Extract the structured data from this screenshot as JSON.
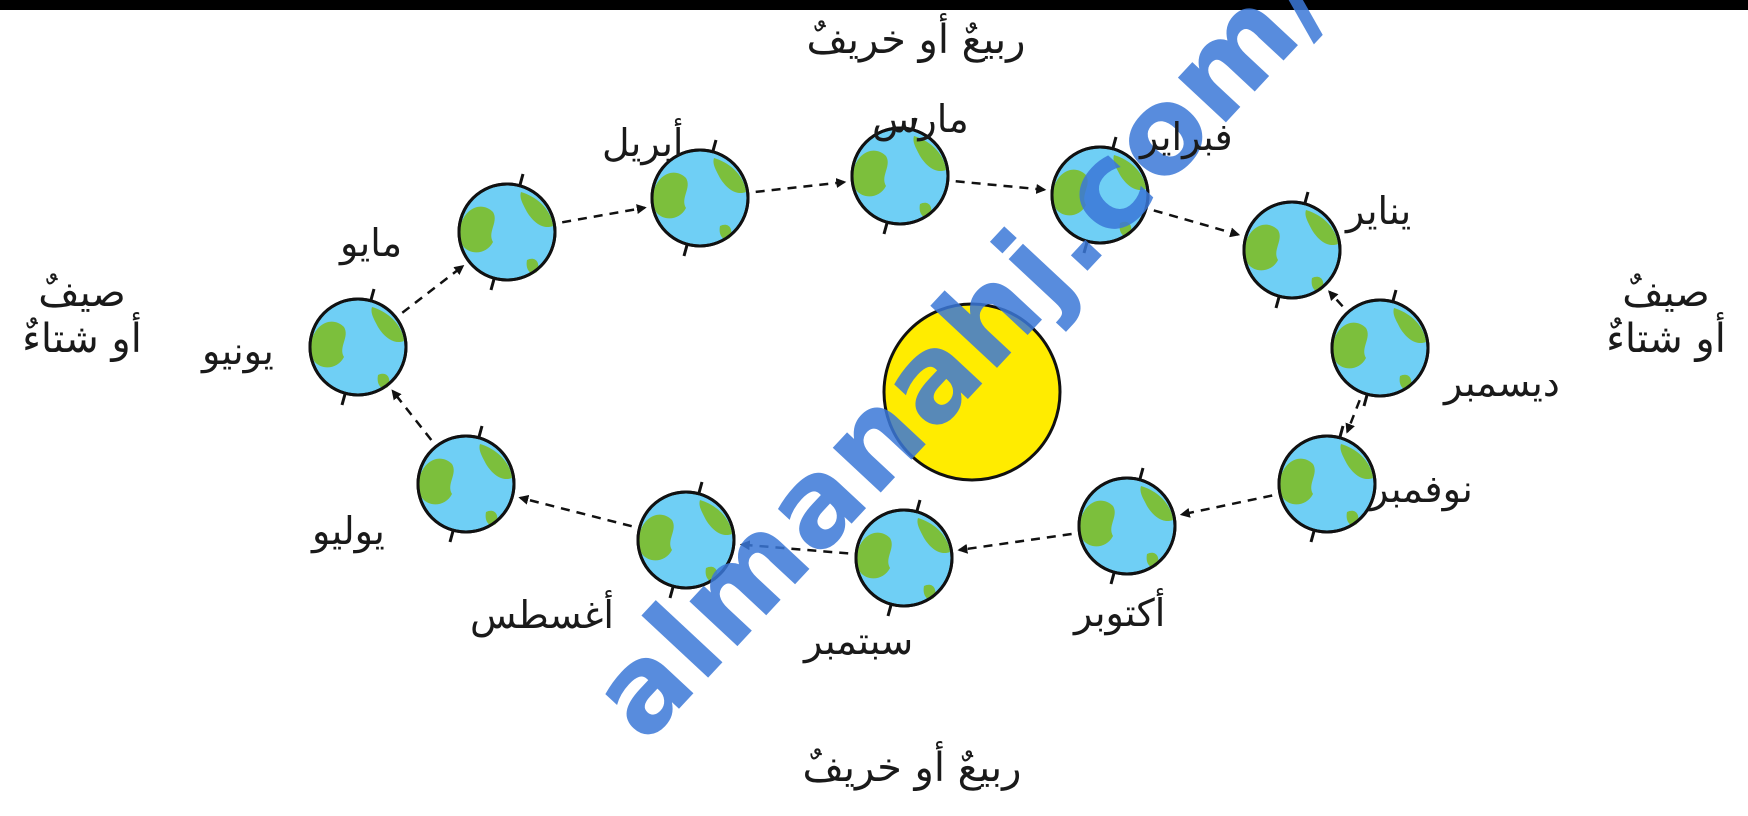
{
  "watermark": {
    "text": "almanahj.com/om",
    "color": "#3b78d8"
  },
  "colors": {
    "ocean": "#6fcff5",
    "land": "#7cbf3c",
    "sun": "#ffec00",
    "outline": "#111111",
    "arrow": "#111111"
  },
  "seasons": {
    "top": "ربيعٌ أو خريفٌ",
    "bottom": "ربيعٌ أو خريفٌ",
    "left": [
      "صيفٌ",
      "أو شتاءٌ"
    ],
    "right": [
      "صيفٌ",
      "أو شتاءٌ"
    ]
  },
  "months": [
    {
      "name": "يناير"
    },
    {
      "name": "فبراير"
    },
    {
      "name": "مارس"
    },
    {
      "name": "أبريل"
    },
    {
      "name": "مايو"
    },
    {
      "name": "يونيو"
    },
    {
      "name": "يوليو"
    },
    {
      "name": "أغسطس"
    },
    {
      "name": "سبتمبر"
    },
    {
      "name": "أكتوبر"
    },
    {
      "name": "نوفمبر"
    },
    {
      "name": "ديسمبر"
    }
  ]
}
